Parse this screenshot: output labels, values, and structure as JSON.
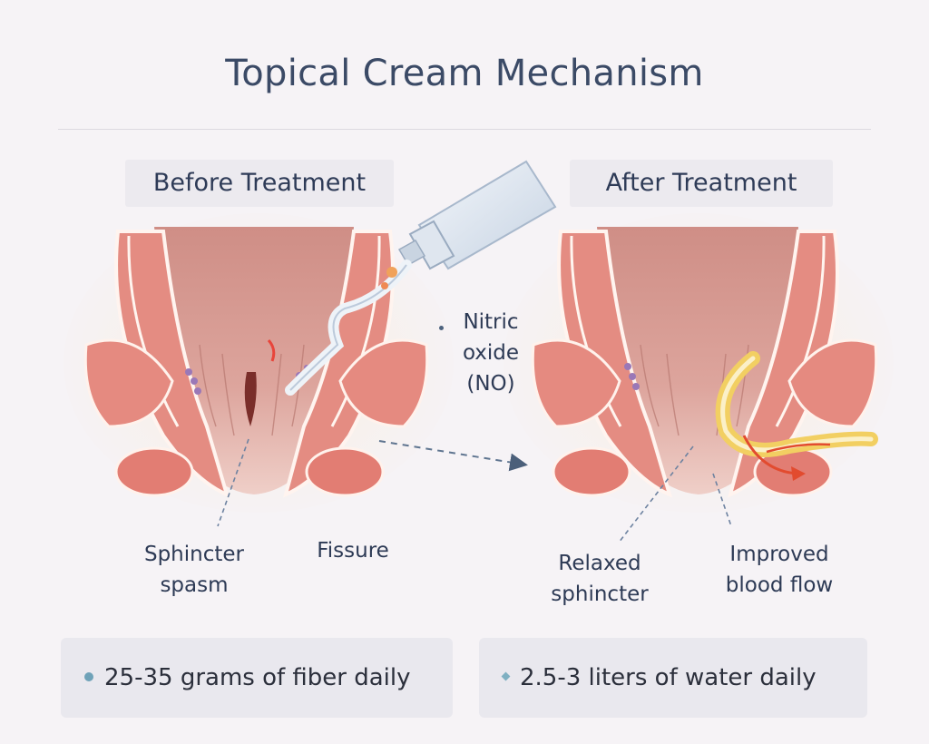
{
  "title": "Topical Cream Mechanism",
  "panels": {
    "before": {
      "label": "Before Treatment"
    },
    "after": {
      "label": "After Treatment"
    }
  },
  "annotations": {
    "nitric_oxide": [
      "Nitric",
      "oxide",
      "(NO)"
    ],
    "sphincter_spasm": [
      "Sphincter",
      "spasm"
    ],
    "fissure": "Fissure",
    "relaxed_sphincter": [
      "Relaxed",
      "sphincter"
    ],
    "improved_blood_flow": [
      "Improved",
      "blood flow"
    ]
  },
  "tips": [
    {
      "text": "25-35 grams of fiber daily",
      "icon": "circle-bullet-icon"
    },
    {
      "text": "2.5-3 liters of water daily",
      "icon": "diamond-bullet-icon"
    }
  ],
  "colors": {
    "tissue": "#e58a80",
    "tissue_dark": "#c9645e",
    "fat": "#f7e2bf",
    "canal": "#d79e95",
    "cream": "#e9eef5",
    "blood": "#e24b2f",
    "arrow": "#5f7590"
  }
}
